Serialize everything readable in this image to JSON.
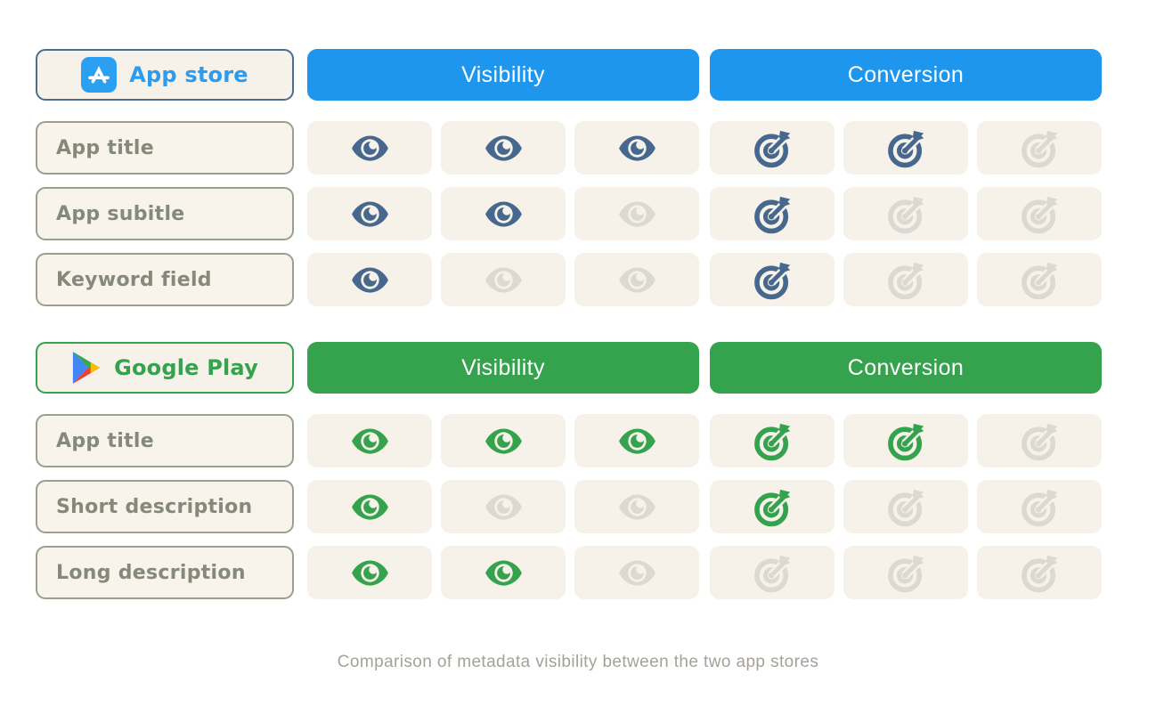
{
  "caption": "Comparison of metadata visibility between the two app stores",
  "colors": {
    "appstore_header_blue": "#1e96ed",
    "appstore_badge_border": "#4c6e8e",
    "appstore_badge_text": "#2b9cf0",
    "appstore_active_icon": "#47688e",
    "play_green": "#35a24e",
    "cell_background": "#f6f1e9",
    "inactive_icon_gray": "#dcd9d2"
  },
  "sections": [
    {
      "store": "App store",
      "store_icon": "app-store-icon",
      "accent": "#1e96ed",
      "badge_border": "#4c6e8e",
      "badge_text_color": "#2b9cf0",
      "active_icon_color": "#47688e",
      "headers": {
        "visibility": "Visibility",
        "conversion": "Conversion"
      },
      "rows": [
        {
          "label": "App title",
          "visibility": [
            true,
            true,
            true
          ],
          "conversion": [
            true,
            true,
            false
          ]
        },
        {
          "label": "App subitle",
          "visibility": [
            true,
            true,
            false
          ],
          "conversion": [
            true,
            false,
            false
          ]
        },
        {
          "label": "Keyword field",
          "visibility": [
            true,
            false,
            false
          ],
          "conversion": [
            true,
            false,
            false
          ]
        }
      ]
    },
    {
      "store": "Google Play",
      "store_icon": "google-play-icon",
      "accent": "#35a24e",
      "badge_border": "#35a24e",
      "badge_text_color": "#35a24e",
      "active_icon_color": "#35a24e",
      "headers": {
        "visibility": "Visibility",
        "conversion": "Conversion"
      },
      "rows": [
        {
          "label": "App title",
          "visibility": [
            true,
            true,
            true
          ],
          "conversion": [
            true,
            true,
            false
          ]
        },
        {
          "label": "Short description",
          "visibility": [
            true,
            false,
            false
          ],
          "conversion": [
            true,
            false,
            false
          ]
        },
        {
          "label": "Long description",
          "visibility": [
            true,
            true,
            false
          ],
          "conversion": [
            false,
            false,
            false
          ]
        }
      ]
    }
  ]
}
